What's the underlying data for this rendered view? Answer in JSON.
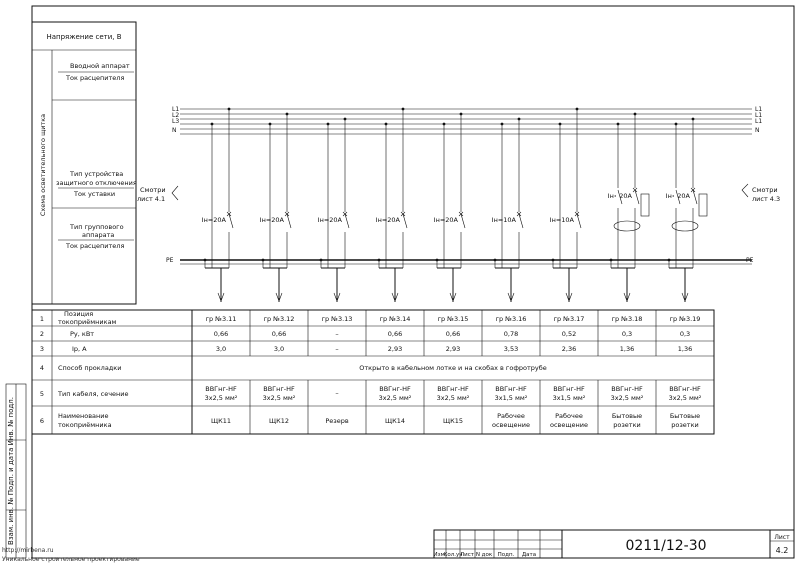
{
  "left_panel": {
    "network_voltage": "Напряжение сети, В",
    "scheme_title": "Схема осветительного щитка",
    "input_device": "Вводной аппарат",
    "trip_current": "Ток расцепителя",
    "rcd_type": "Тип устройства защитного отключения",
    "setting_current": "Ток уставки",
    "group_device": "Тип группового аппарата",
    "group_trip_current": "Ток расцепителя"
  },
  "bus_labels_left": [
    "L1",
    "L2",
    "L3",
    "N"
  ],
  "bus_labels_right": [
    "L1",
    "L1",
    "L1",
    "N"
  ],
  "pe_label": "PE",
  "ref_left": {
    "line1": "Смотри",
    "line2": "лист 4.1"
  },
  "ref_right": {
    "line1": "Смотри",
    "line2": "лист 4.3"
  },
  "table": {
    "rows": [
      {
        "num": "1",
        "label": "Позиция токоприёмникам"
      },
      {
        "num": "2",
        "label": "Pу, кВт"
      },
      {
        "num": "3",
        "label": "Iр, А"
      },
      {
        "num": "4",
        "label": "Способ прокладки"
      },
      {
        "num": "5",
        "label": "Тип кабеля, сечение"
      },
      {
        "num": "6",
        "label": "Наименование токоприёмника"
      }
    ],
    "laying_method": "Открыто в кабельном лотке и на скобах в гофротрубе"
  },
  "groups": [
    {
      "breaker": "Iн=20А",
      "pos": "гр №3.11",
      "pu": "0,66",
      "ip": "3,0",
      "cable1": "ВВГнг-HF",
      "cable2": "3х2,5 мм²",
      "name1": "ЩК11",
      "name2": "",
      "rcd": false
    },
    {
      "breaker": "Iн=20А",
      "pos": "гр №3.12",
      "pu": "0,66",
      "ip": "3,0",
      "cable1": "ВВГнг-HF",
      "cable2": "3х2,5 мм²",
      "name1": "ЩК12",
      "name2": "",
      "rcd": false
    },
    {
      "breaker": "Iн=20А",
      "pos": "гр №3.13",
      "pu": "–",
      "ip": "–",
      "cable1": "–",
      "cable2": "",
      "name1": "Резерв",
      "name2": "",
      "rcd": false
    },
    {
      "breaker": "Iн=20А",
      "pos": "гр №3.14",
      "pu": "0,66",
      "ip": "2,93",
      "cable1": "ВВГнг-HF",
      "cable2": "3х2,5 мм²",
      "name1": "ЩК14",
      "name2": "",
      "rcd": false
    },
    {
      "breaker": "Iн=20А",
      "pos": "гр №3.15",
      "pu": "0,66",
      "ip": "2,93",
      "cable1": "ВВГнг-HF",
      "cable2": "3х2,5 мм²",
      "name1": "ЩК15",
      "name2": "",
      "rcd": false
    },
    {
      "breaker": "Iн=10А",
      "pos": "гр №3.16",
      "pu": "0,78",
      "ip": "3,53",
      "cable1": "ВВГнг-HF",
      "cable2": "3х1,5 мм²",
      "name1": "Рабочее",
      "name2": "освещение",
      "rcd": false
    },
    {
      "breaker": "Iн=10А",
      "pos": "гр №3.17",
      "pu": "0,52",
      "ip": "2,36",
      "cable1": "ВВГнг-HF",
      "cable2": "3х1,5 мм²",
      "name1": "Рабочее",
      "name2": "освещение",
      "rcd": false
    },
    {
      "breaker": "Iн=20А",
      "pos": "гр №3.18",
      "pu": "0,3",
      "ip": "1,36",
      "cable1": "ВВГнг-HF",
      "cable2": "3х2,5 мм²",
      "name1": "Бытовые",
      "name2": "розетки",
      "rcd": true
    },
    {
      "breaker": "Iн=20А",
      "pos": "гр №3.19",
      "pu": "0,3",
      "ip": "1,36",
      "cable1": "ВВГнг-HF",
      "cable2": "3х2,5 мм²",
      "name1": "Бытовые",
      "name2": "розетки",
      "rcd": true
    }
  ],
  "side_stamp": "Взам. инв. № Подп. и дата Инв. № подл.",
  "title_block": {
    "code": "0211/12-30",
    "sheet_label": "Лист",
    "sheet_number": "4.2",
    "columns": [
      "Изм.",
      "Кол.уч",
      "Лист",
      "N док",
      "Подп.",
      "Дата"
    ]
  },
  "watermark": {
    "line1": "http://mirbena.ru",
    "line2": "Уникальное строительное проектирование"
  }
}
